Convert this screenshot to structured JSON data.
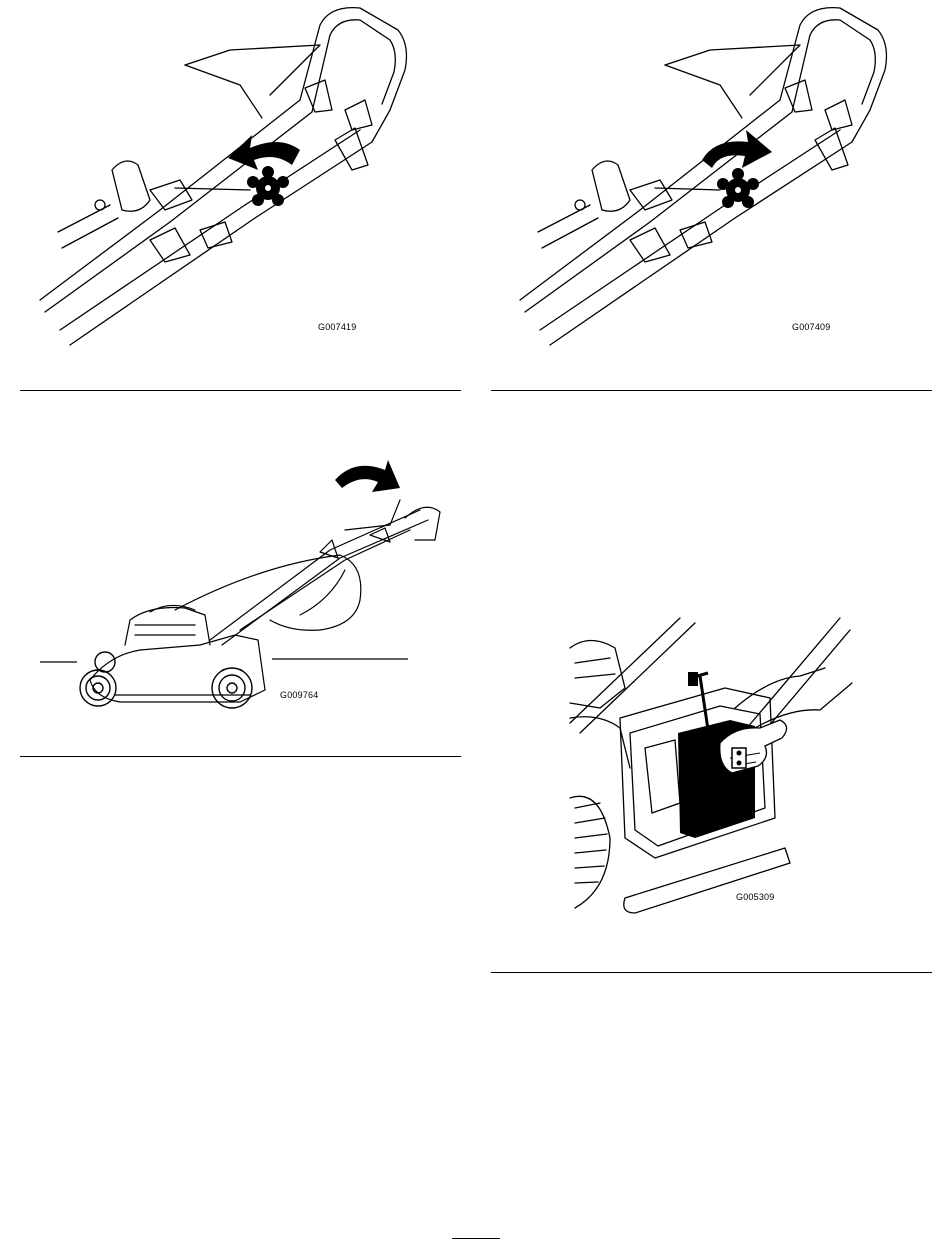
{
  "figures": [
    {
      "code": "G007419",
      "description_icon": "knob-turn-counterclockwise-arrow-icon"
    },
    {
      "code": "G007409",
      "description_icon": "knob-turn-clockwise-arrow-icon"
    },
    {
      "code": "G009764",
      "description_icon": "handle-fold-arrow-icon"
    },
    {
      "code": "G005309",
      "description_icon": "hand-holding-rear-flap-icon"
    }
  ],
  "colors": {
    "ink": "#000000",
    "paper": "#ffffff"
  }
}
